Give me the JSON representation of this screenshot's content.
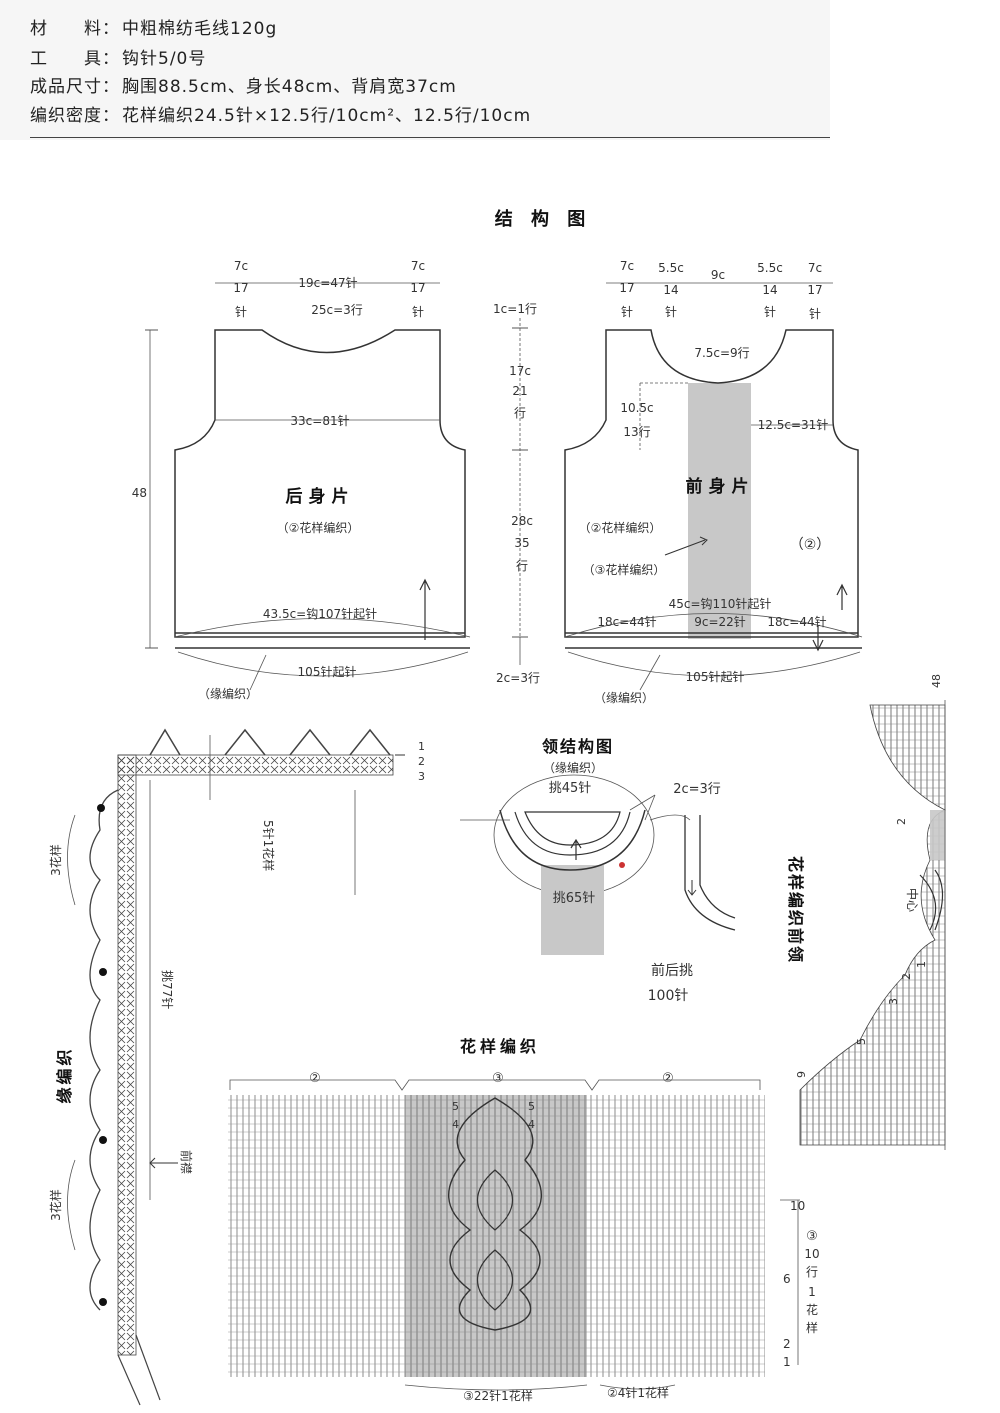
{
  "header": {
    "rows": [
      {
        "label": "材　　料：",
        "value": "中粗棉纺毛线120g"
      },
      {
        "label": "工　　具：",
        "value": "钩针5/0号"
      },
      {
        "label": "成品尺寸：",
        "value": "胸围88.5cm、身长48cm、背肩宽37cm"
      },
      {
        "label": "编织密度：",
        "value": "花样编织24.5针×12.5行/10cm²、12.5行/10cm"
      }
    ]
  },
  "structure": {
    "title": "结 构 图",
    "back": {
      "name": "后身片",
      "pattern": "（②花样编织）",
      "top_dims": [
        "7c",
        "17",
        "针",
        "19c=47针",
        "7c",
        "17",
        "针"
      ],
      "neck": "25c=3行",
      "width": "33c=81针",
      "height": "48",
      "start": "43.5c=钩107针起针",
      "edge_count": "105针起针",
      "edge_label": "（缘编织）"
    },
    "middle": {
      "a": "1c=1行",
      "b": "17c",
      "c": "21",
      "d": "行",
      "e": "28c",
      "f": "35",
      "g": "行",
      "h": "2c=3行"
    },
    "front": {
      "name": "前身片",
      "pattern2": "（②花样编织）",
      "pattern3": "（③花样编织）",
      "circle": "（②）",
      "top_dims": [
        "7c",
        "17",
        "针",
        "5.5c",
        "14",
        "针",
        "9c",
        "5.5c",
        "14",
        "针",
        "7c",
        "17",
        "针"
      ],
      "neck": "7.5c=9行",
      "armhole": "10.5c",
      "armhole_rows": "13行",
      "side": "12.5c=31针",
      "start": "45c=钩110针起针",
      "split": [
        "18c=44针",
        "9c=22针",
        "18c=44针"
      ],
      "edge_count": "105针起针",
      "edge_label": "（缘编织）"
    }
  },
  "edging": {
    "title": "缘编织",
    "repeat": "5针1花样",
    "rows": [
      "1",
      "2",
      "3"
    ],
    "pick": "挑77针",
    "side": "前襟",
    "flower3": "3花样"
  },
  "collar": {
    "title": "领结构图",
    "edge": "（缘编织）",
    "pick45": "挑45针",
    "rows": "2c=3行",
    "pick65": "挑65针",
    "front_back": "前后挑",
    "count": "100针"
  },
  "pattern": {
    "title": "花样编织",
    "sec2": "②",
    "sec3": "③",
    "repeat22": "③22针1花样",
    "repeat4": "②4针1花样",
    "rows_label": [
      "③",
      "10",
      "行",
      "1",
      "花",
      "样"
    ],
    "row_nums": [
      "10",
      "6",
      "2",
      "1",
      "5",
      "4"
    ]
  },
  "front_neck": {
    "title": "花样编织前领",
    "center": "中心",
    "row_nums": [
      "48",
      "2",
      "1",
      "2",
      "3",
      "5",
      "9"
    ]
  },
  "colors": {
    "shade": "#c8c8c8",
    "line": "#333333",
    "bg": "#ffffff",
    "header_bg": "#f6f6f6"
  }
}
